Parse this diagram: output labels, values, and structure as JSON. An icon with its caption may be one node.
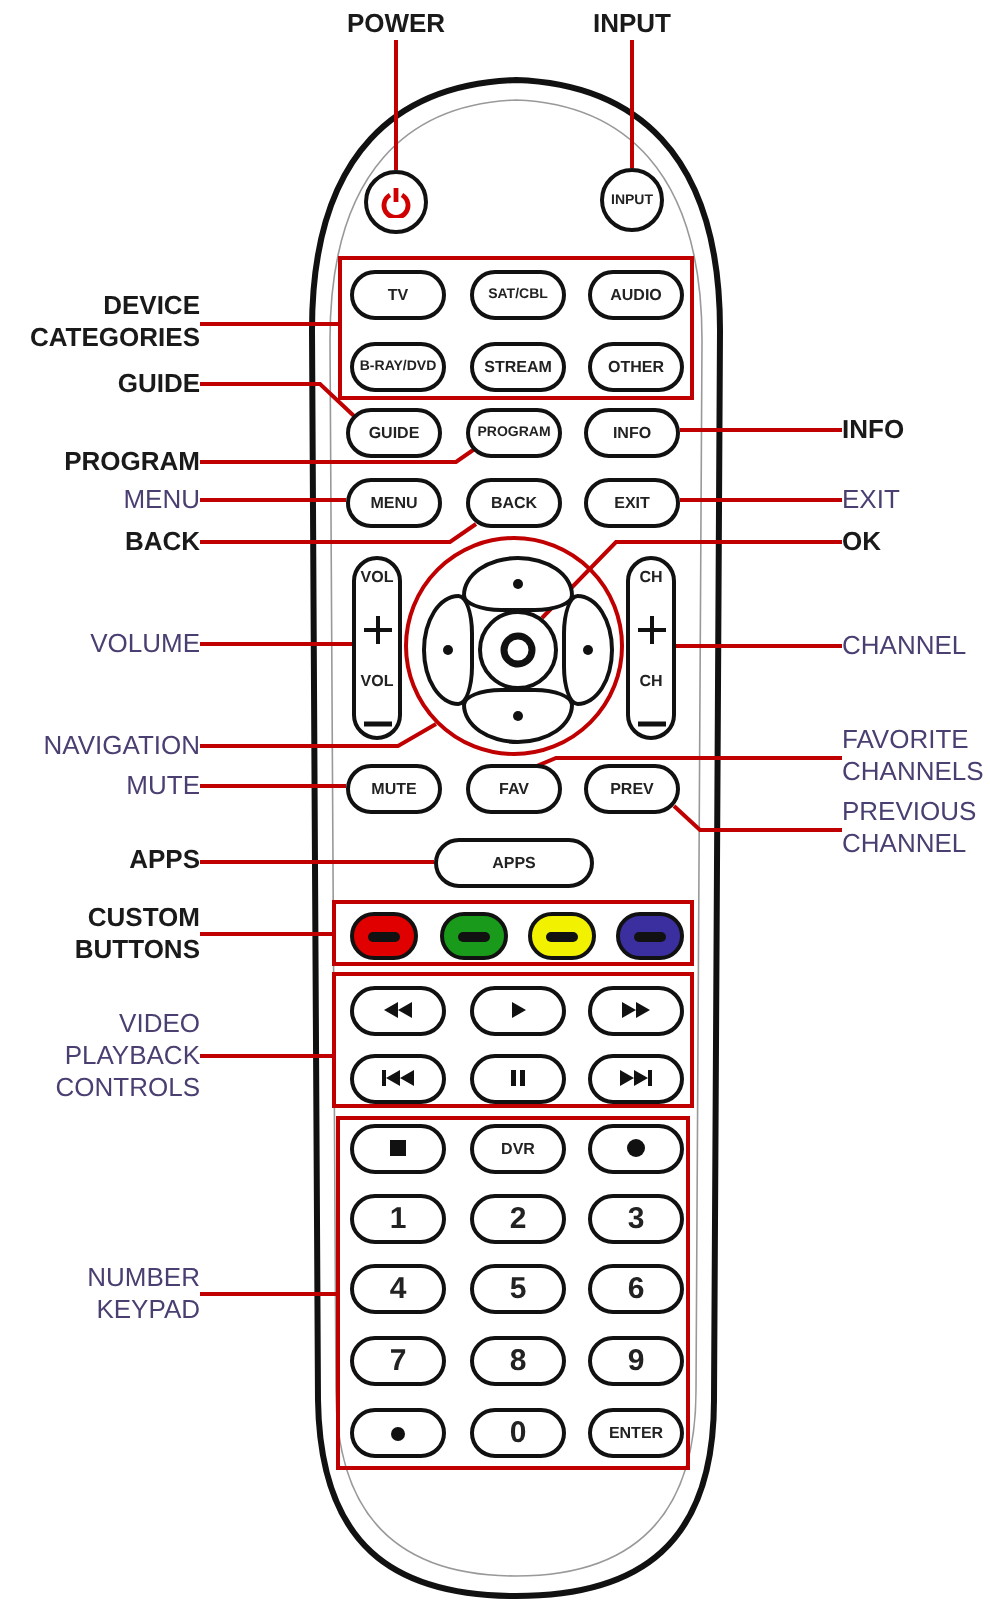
{
  "diagram": {
    "nodes": [
      {
        "text": [
          "POWER"
        ]
      },
      {
        "text": [
          "INPUT"
        ]
      },
      {
        "text": [
          "DEVICE CATEGORIES"
        ]
      },
      {
        "text": [
          "GUIDE"
        ]
      },
      {
        "text": [
          "INFO"
        ]
      },
      {
        "text": [
          "PROGRAM"
        ]
      },
      {
        "text": [
          "MENU"
        ]
      },
      {
        "text": [
          "EXIT"
        ]
      },
      {
        "text": [
          "BACK"
        ]
      },
      {
        "text": [
          "OK"
        ]
      },
      {
        "text": [
          "VOLUME"
        ]
      },
      {
        "text": [
          "CHANNEL"
        ]
      },
      {
        "text": [
          "NAVIGATION"
        ]
      },
      {
        "text": [
          "FAVORITE CHANNELS"
        ]
      },
      {
        "text": [
          "MUTE"
        ]
      },
      {
        "text": [
          "PREVIOUS CHANNEL"
        ]
      },
      {
        "text": [
          "APPS"
        ]
      },
      {
        "text": [
          "CUSTOM BUTTONS"
        ]
      },
      {
        "text": [
          "VIDEO PLAYBACK CONTROLS"
        ]
      },
      {
        "text": [
          "NUMBER KEYPAD"
        ]
      },
      {
        "text": [],
        "shape": "circle"
      },
      {
        "text": [
          "INPUT"
        ]
      },
      {
        "text": [],
        "shape": "box"
      },
      {
        "text": [
          "TV"
        ],
        "in": 22
      },
      {
        "text": [
          "SAT/CBL"
        ],
        "in": 22
      },
      {
        "text": [
          "AUDIO"
        ],
        "in": 22
      },
      {
        "text": [
          "B-RAY/DVD"
        ],
        "in": 22
      },
      {
        "text": [
          "STREAM"
        ],
        "in": 22
      },
      {
        "text": [
          "OTHER"
        ],
        "in": 22
      },
      {
        "text": [
          "GUIDE"
        ]
      },
      {
        "text": [
          "PROGRAM"
        ]
      },
      {
        "text": [
          "INFO"
        ]
      },
      {
        "text": [
          "MENU"
        ]
      },
      {
        "text": [
          "BACK"
        ]
      },
      {
        "text": [
          "EXIT"
        ]
      },
      {
        "text": [
          "VOL",
          "VOL"
        ]
      },
      {
        "text": [],
        "shape": "circle"
      },
      {
        "text": [],
        "shape": "box",
        "in": 36
      },
      {
        "text": [],
        "shape": "box",
        "in": 36
      },
      {
        "text": [],
        "shape": "circle",
        "in": 36
      },
      {
        "text": [],
        "shape": "box",
        "in": 36
      },
      {
        "text": [],
        "shape": "box",
        "in": 36
      },
      {
        "text": [
          "CH",
          "CH"
        ]
      },
      {
        "text": [
          "MUTE"
        ]
      },
      {
        "text": [
          "FAV"
        ]
      },
      {
        "text": [
          "PREV"
        ]
      },
      {
        "text": [
          "APPS"
        ]
      },
      {
        "text": [],
        "shape": "box"
      },
      {
        "text": [],
        "shape": "box",
        "in": 47
      },
      {
        "text": [],
        "shape": "box",
        "in": 47
      },
      {
        "text": [],
        "shape": "box",
        "in": 47
      },
      {
        "text": [],
        "shape": "box",
        "in": 47
      },
      {
        "text": [],
        "shape": "box"
      },
      {
        "text": [],
        "shape": "box",
        "in": 52
      },
      {
        "text": [],
        "shape": "box",
        "in": 52
      },
      {
        "text": [],
        "shape": "box",
        "in": 52
      },
      {
        "text": [],
        "shape": "box",
        "in": 52
      },
      {
        "text": [],
        "shape": "box",
        "in": 52
      },
      {
        "text": [],
        "shape": "box",
        "in": 52
      },
      {
        "text": [],
        "shape": "box"
      },
      {
        "text": [],
        "shape": "box",
        "in": 59
      },
      {
        "text": [
          "DVR"
        ],
        "in": 59
      },
      {
        "text": [],
        "shape": "box",
        "in": 59
      },
      {
        "text": [
          "1"
        ],
        "in": 59
      },
      {
        "text": [
          "2"
        ],
        "in": 59
      },
      {
        "text": [
          "3"
        ],
        "in": 59
      },
      {
        "text": [
          "4"
        ],
        "in": 59
      },
      {
        "text": [
          "5"
        ],
        "in": 59
      },
      {
        "text": [
          "6"
        ],
        "in": 59
      },
      {
        "text": [
          "7"
        ],
        "in": 59
      },
      {
        "text": [
          "8"
        ],
        "in": 59
      },
      {
        "text": [
          "9"
        ],
        "in": 59
      },
      {
        "text": [],
        "shape": "box",
        "in": 59
      },
      {
        "text": [
          "0"
        ],
        "in": 59
      },
      {
        "text": [
          "ENTER"
        ],
        "in": 59
      }
    ],
    "edges": [
      {
        "from": 0,
        "to": 20,
        "arrow": "none"
      },
      {
        "from": 1,
        "to": 21,
        "arrow": "none"
      },
      {
        "from": 2,
        "to": 22,
        "arrow": "none"
      },
      {
        "from": 3,
        "to": 29,
        "arrow": "none"
      },
      {
        "from": 4,
        "to": 31,
        "arrow": "none"
      },
      {
        "from": 5,
        "to": 30,
        "arrow": "none"
      },
      {
        "from": 6,
        "to": 32,
        "arrow": "none"
      },
      {
        "from": 7,
        "to": 34,
        "arrow": "none"
      },
      {
        "from": 8,
        "to": 33,
        "arrow": "none"
      },
      {
        "from": 9,
        "to": 39,
        "arrow": "none"
      },
      {
        "from": 10,
        "to": 35,
        "arrow": "none"
      },
      {
        "from": 11,
        "to": 42,
        "arrow": "none"
      },
      {
        "from": 12,
        "to": 36,
        "arrow": "none"
      },
      {
        "from": 13,
        "to": 44,
        "arrow": "none"
      },
      {
        "from": 14,
        "to": 43,
        "arrow": "none"
      },
      {
        "from": 15,
        "to": 45,
        "arrow": "none"
      },
      {
        "from": 16,
        "to": 46,
        "arrow": "none"
      },
      {
        "from": 17,
        "to": 47,
        "arrow": "none"
      },
      {
        "from": 18,
        "to": 52,
        "arrow": "none"
      },
      {
        "from": 19,
        "to": 59,
        "arrow": "none"
      }
    ]
  }
}
